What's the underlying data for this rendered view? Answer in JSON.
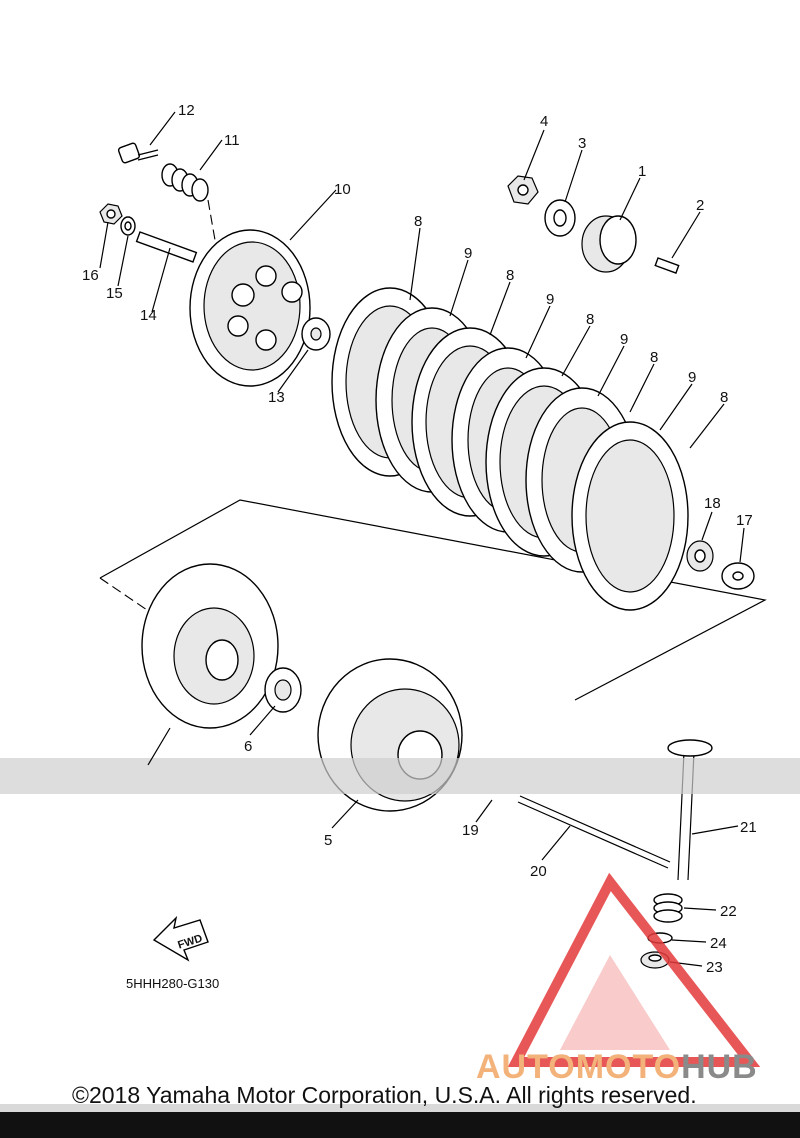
{
  "diagram": {
    "labels": [
      "1",
      "2",
      "3",
      "4",
      "5",
      "6",
      "8",
      "8",
      "8",
      "8",
      "8",
      "9",
      "9",
      "9",
      "9",
      "10",
      "11",
      "12",
      "13",
      "14",
      "15",
      "16",
      "17",
      "18",
      "19",
      "20",
      "21",
      "22",
      "23",
      "24"
    ],
    "arrow_label": "FWD",
    "code": "5HHH280-G130"
  },
  "footer": {
    "copyright": "©2018 Yamaha Motor Corporation, U.S.A. All rights reserved."
  },
  "watermark": {
    "brand_part1": "AUTOMOTO",
    "brand_part2": "HUB",
    "colors": {
      "triangle": "#e43a3a",
      "triangle_fill": "#f5a8a8",
      "text1": "#f2b27a",
      "text2": "#8a8a8a"
    }
  }
}
